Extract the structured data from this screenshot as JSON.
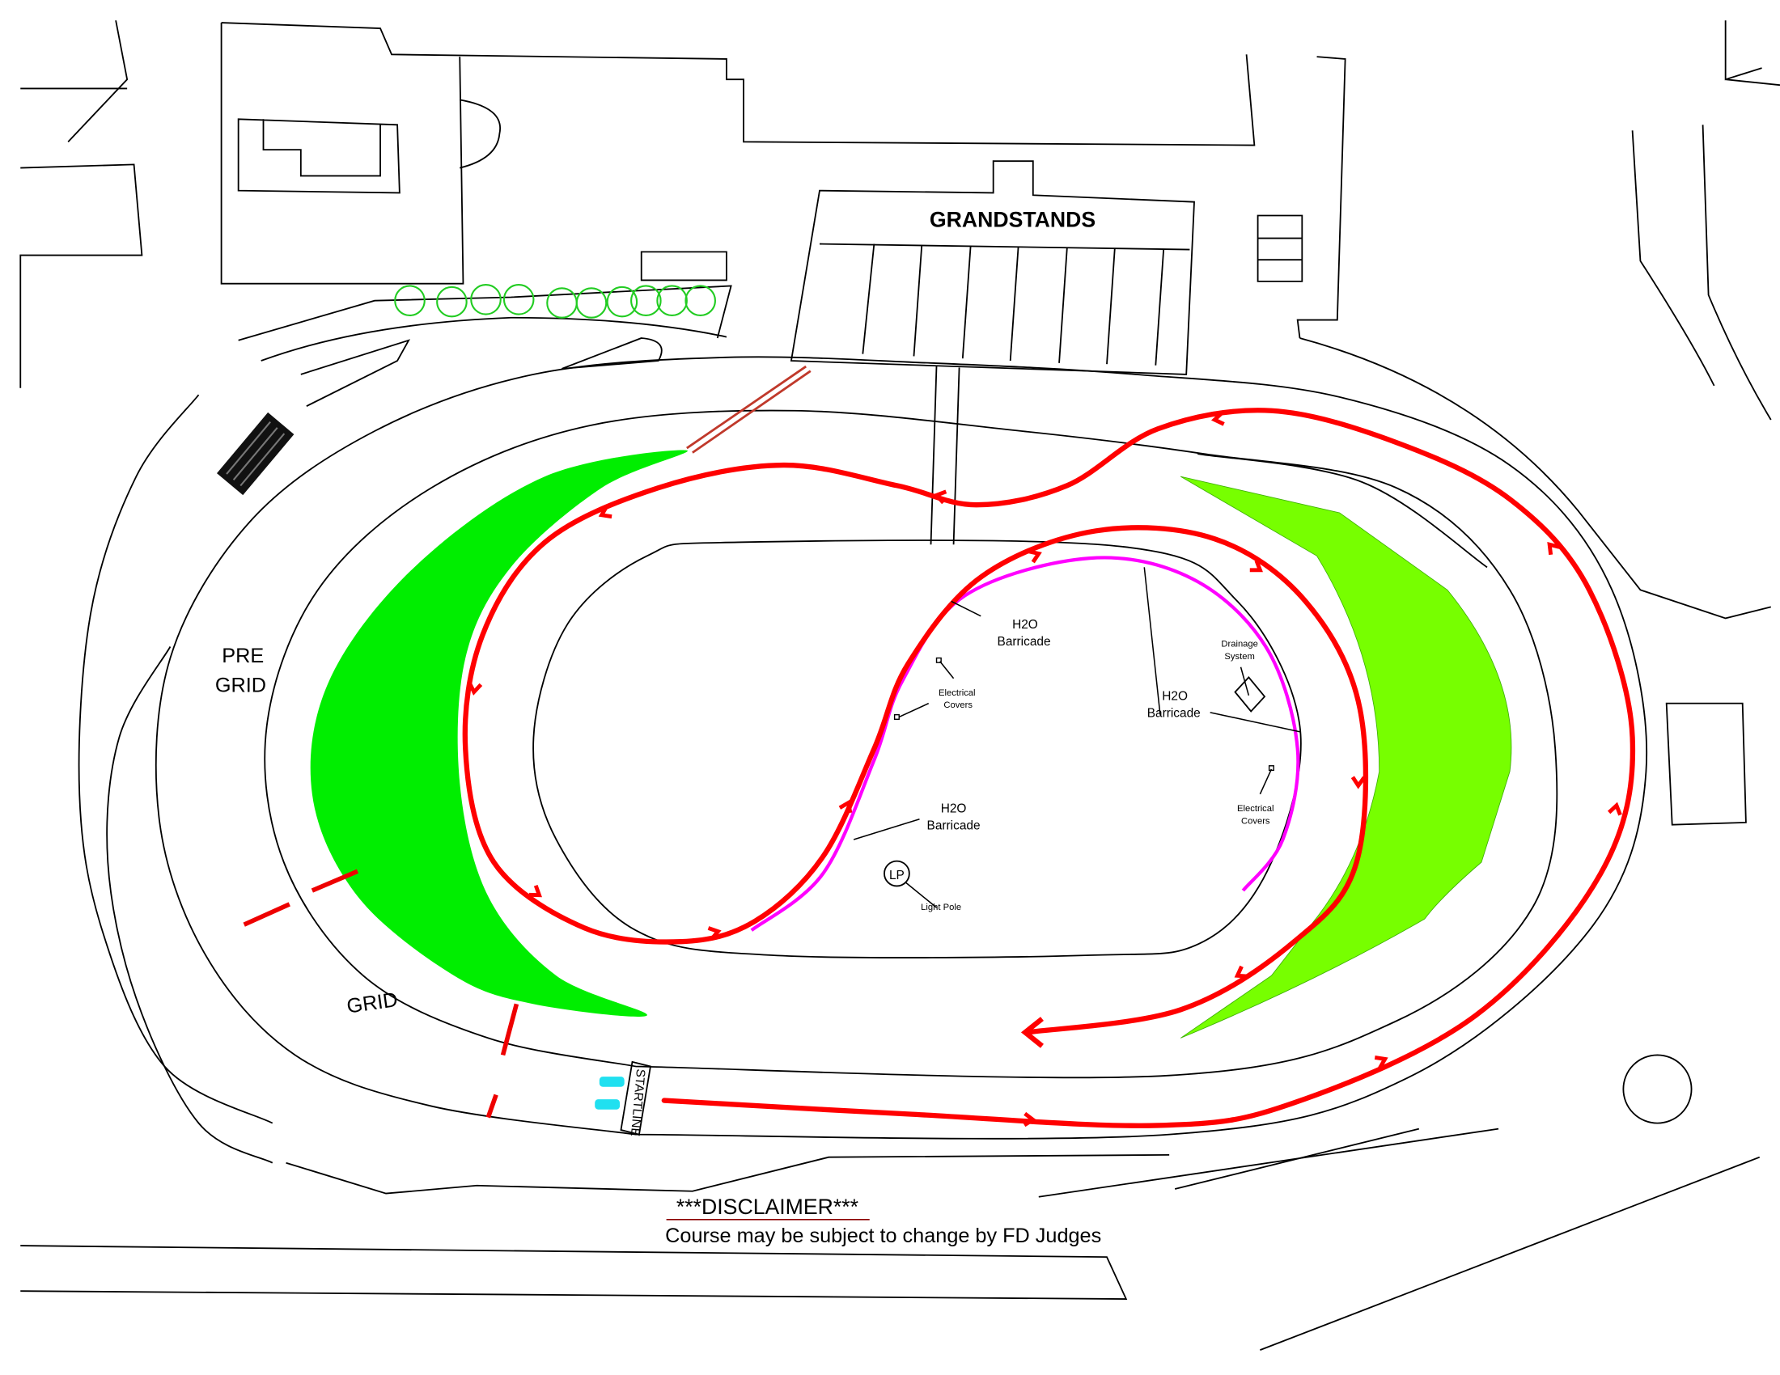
{
  "labels": {
    "grandstands": "GRANDSTANDS",
    "pre_grid_line1": "PRE",
    "pre_grid_line2": "GRID",
    "grid": "GRID",
    "startline": "STARTLINE",
    "h2o_1": "H2O",
    "barricade_1": "Barricade",
    "h2o_2": "H2O",
    "barricade_2": "Barricade",
    "h2o_3": "H2O",
    "barricade_3": "Barricade",
    "electrical_1a": "Electrical",
    "electrical_1b": "Covers",
    "electrical_2a": "Electrical",
    "electrical_2b": "Covers",
    "drainage_a": "Drainage",
    "drainage_b": "System",
    "lp": "LP",
    "light_pole": "Light Pole"
  },
  "disclaimer": {
    "title": "***DISCLAIMER***",
    "text": "Course may be subject to change by FD Judges"
  },
  "colors": {
    "course": "#ff0000",
    "barricade": "#ff00ff",
    "grass_left": "#00ee00",
    "grass_right": "#77ff00",
    "disclaimer": "#8b0000"
  }
}
